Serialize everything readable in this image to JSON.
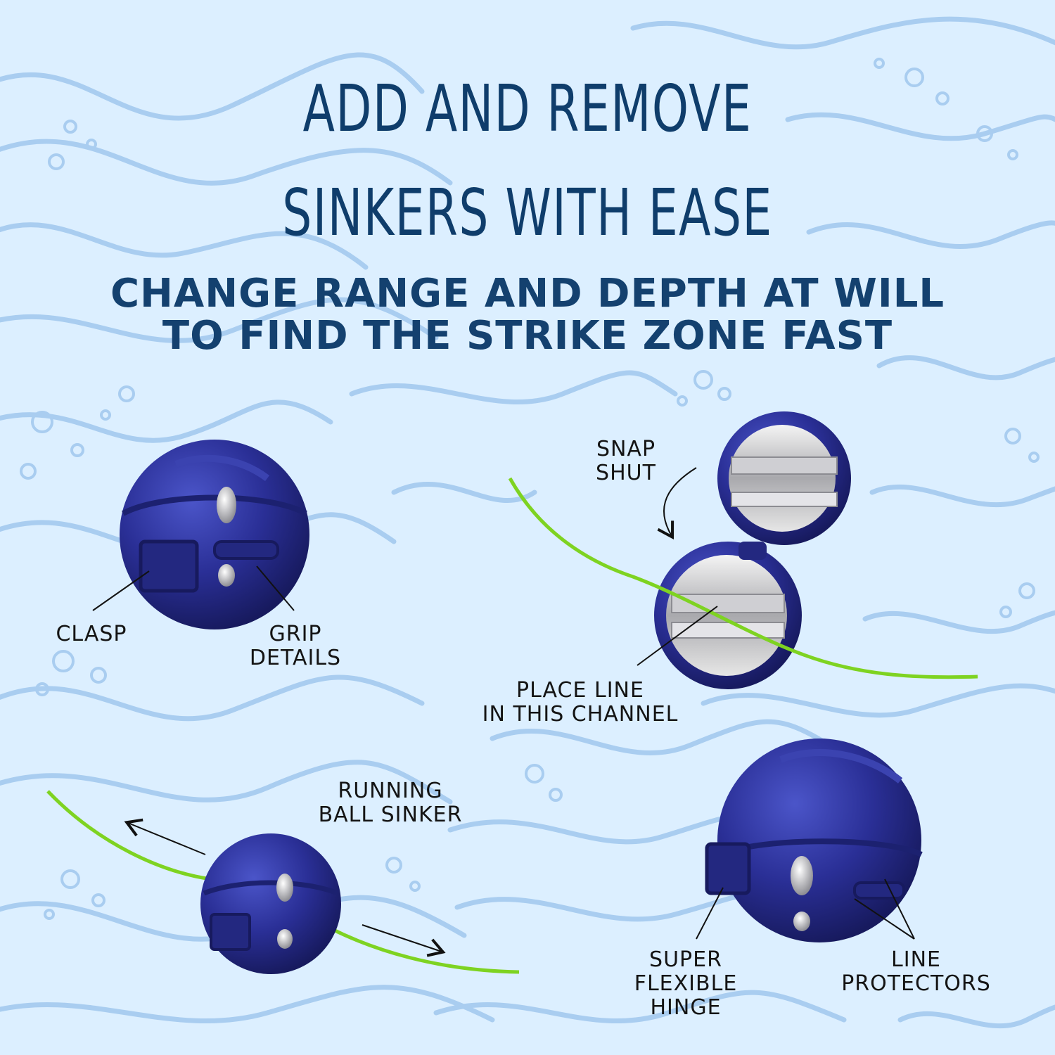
{
  "headline": {
    "line1": "ADD AND REMOVE",
    "line2": "SINKERS WITH EASE"
  },
  "subheadline": {
    "line1": "CHANGE RANGE AND DEPTH AT WILL",
    "line2": "TO FIND THE STRIKE ZONE FAST"
  },
  "callouts": {
    "clasp": "CLASP",
    "grip_line1": "GRIP",
    "grip_line2": "DETAILS",
    "snap_line1": "SNAP",
    "snap_line2": "SHUT",
    "channel_line1": "PLACE LINE",
    "channel_line2": "IN THIS CHANNEL",
    "running_line1": "RUNNING",
    "running_line2": "BALL SINKER",
    "hinge_line1": "SUPER",
    "hinge_line2": "FLEXIBLE",
    "hinge_line3": "HINGE",
    "protect_line1": "LINE",
    "protect_line2": "PROTECTORS"
  },
  "colors": {
    "background": "#dcefff",
    "wave": "#a9cdf0",
    "sinker_blue": "#2a2f96",
    "line_green": "#7ed321",
    "heading": "#0f3d6b"
  }
}
